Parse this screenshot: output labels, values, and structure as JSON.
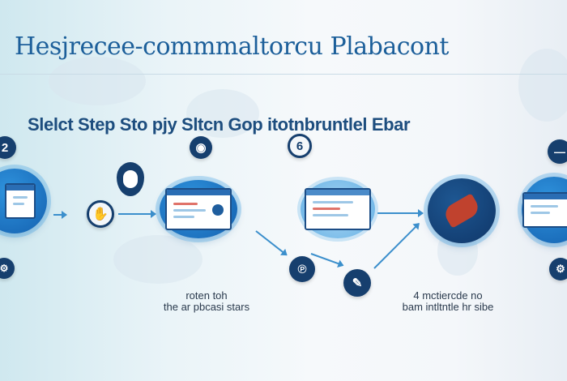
{
  "title": "Hesjrecee-commmaltorcu Plabacont",
  "subtitle": "Slelct Step Sto   pjy Sltcn Gop itotnbruntlel Ebar",
  "badges": {
    "b2": "2",
    "b6": "6"
  },
  "captions": {
    "left_line1": "roten toh",
    "left_line2": "the ar pbcasi stars",
    "right_line1": "4 mctiercde no",
    "right_line2": "bam intltntle  hr sibe"
  },
  "icons": [
    "monitor-icon",
    "mouse-icon",
    "pointer-icon",
    "document-icon",
    "gear-icon",
    "badge-icon",
    "tools-icon",
    "cursor-icon"
  ],
  "colors": {
    "accent": "#1c5f9a",
    "node": "#1f7acb",
    "dark": "#163f6e"
  }
}
